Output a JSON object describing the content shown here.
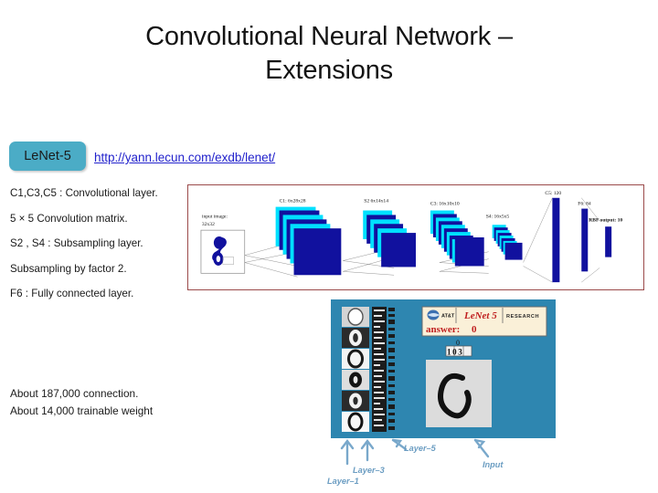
{
  "slide": {
    "title": "Convolutional Neural Network – Extensions",
    "title_line1": "Convolutional Neural Network –",
    "title_line2": "Extensions"
  },
  "badge": {
    "label": "LeNet-5",
    "color": "#4BACC6"
  },
  "link": {
    "text": "http://yann.lecun.com/exdb/lenet/",
    "color": "#2222cc"
  },
  "bullets": [
    "C1,C3,C5 : Convolutional layer.",
    "5 × 5 Convolution matrix.",
    "S2 , S4 : Subsampling layer.",
    "Subsampling by factor 2.",
    "F6 : Fully connected layer."
  ],
  "footnotes": [
    "About 187,000 connection.",
    "About 14,000 trainable weight"
  ],
  "architecture": {
    "border_color": "#9b4a4a",
    "cyan": "#00E0FF",
    "navy": "#11119e",
    "labels": {
      "input": "input image:",
      "input_size": "32x32",
      "c1": "C1: 6x28x28",
      "s2": "S2 6x14x14",
      "c3": "C3: 16x10x10",
      "s4": "S4: 16x5x5",
      "c5": "C5: 120",
      "f6": "F6: 84",
      "rbf": "RBF output: 10"
    }
  },
  "demo": {
    "bg_color": "#2E86B0",
    "brand": "AT&T",
    "title": "LeNet 5",
    "research": "RESEARCH",
    "answer_label": "answer:",
    "answer_value": "0",
    "counter_top": "0",
    "counter": "103",
    "digit": "0"
  },
  "annotations": [
    {
      "label": "Layer–1"
    },
    {
      "label": "Layer–3"
    },
    {
      "label": "Layer–5"
    },
    {
      "label": "Input"
    }
  ]
}
